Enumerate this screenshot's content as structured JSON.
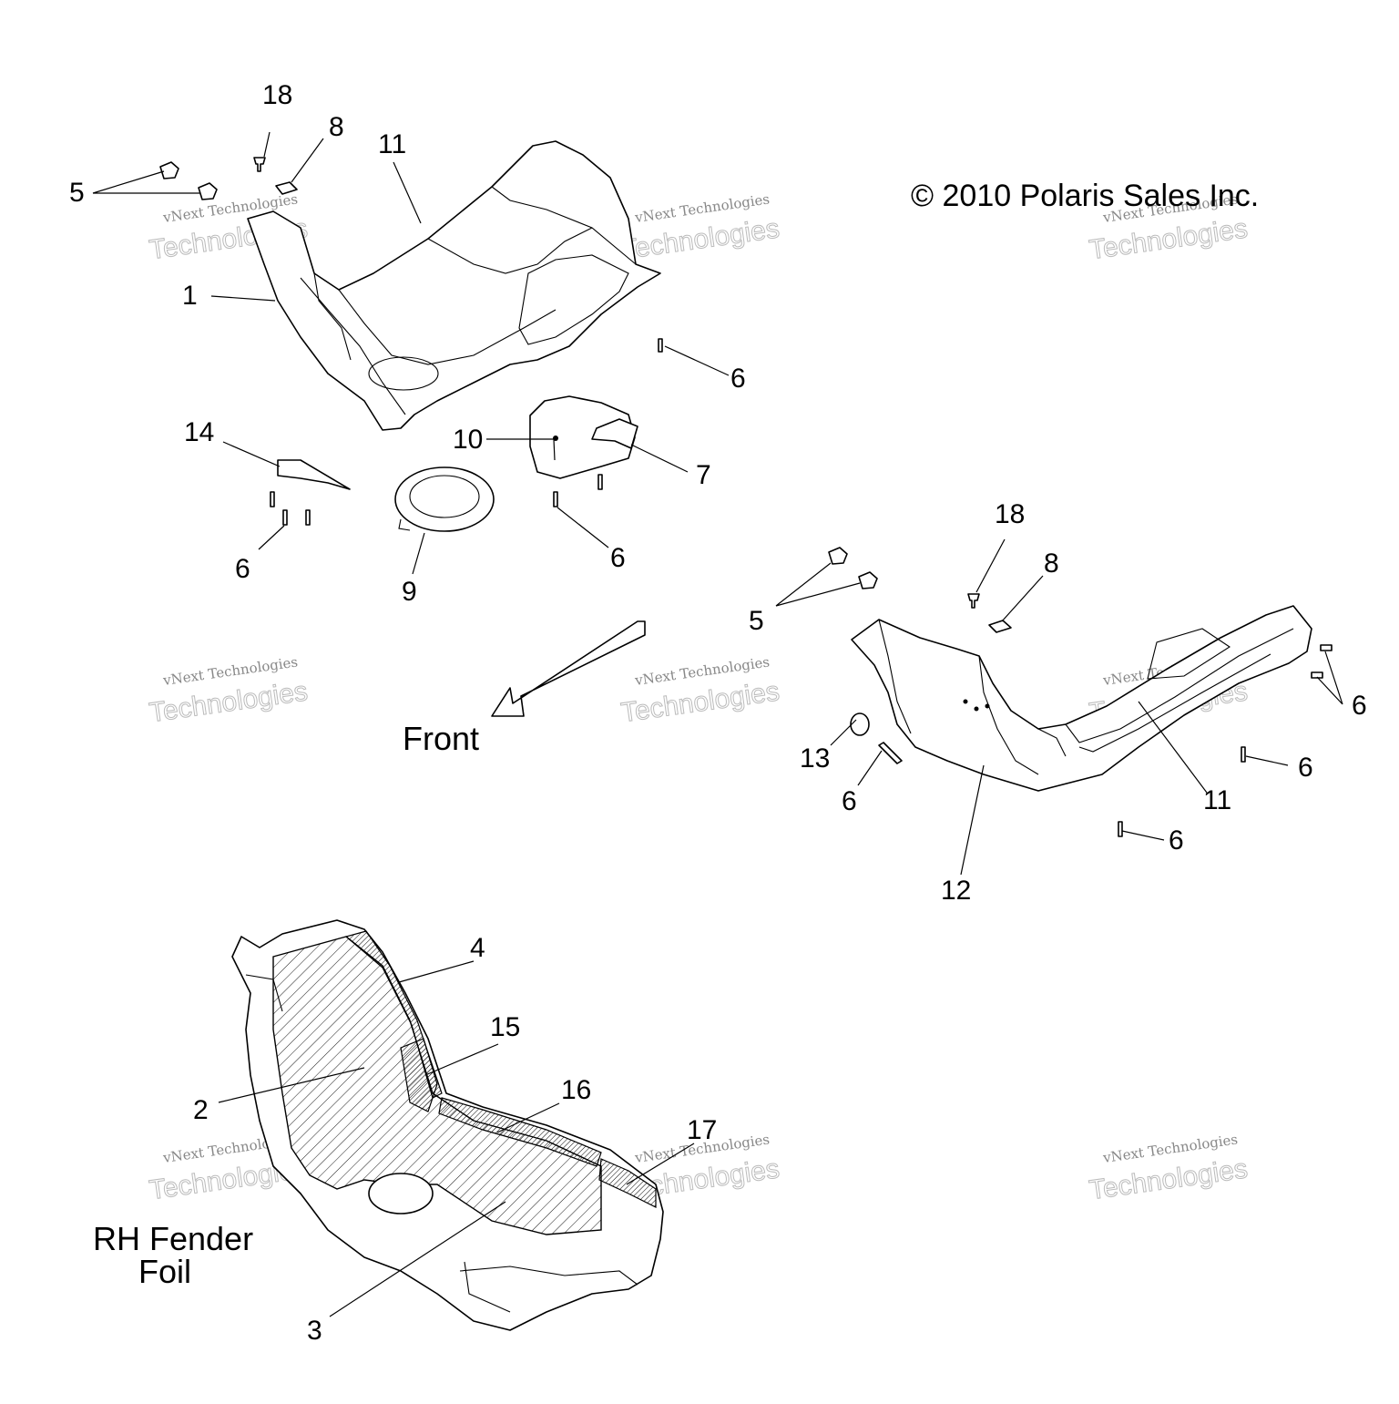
{
  "copyright": "© 2010 Polaris Sales Inc.",
  "front_label": "Front",
  "section_label_line1": "RH Fender",
  "section_label_line2": "Foil",
  "watermark_line1": "vNext Technologies",
  "watermark_line2": "Technologies",
  "watermark_small": "vNext",
  "callouts": {
    "c18a": "18",
    "c8a": "8",
    "c11a": "11",
    "c5a": "5",
    "c1": "1",
    "c6a": "6",
    "c14": "14",
    "c10": "10",
    "c7": "7",
    "c6b": "6",
    "c9": "9",
    "c6c": "6",
    "c18b": "18",
    "c8b": "8",
    "c5b": "5",
    "c6d": "6",
    "c6e": "6",
    "c13": "13",
    "c6f": "6",
    "c11b": "11",
    "c6g": "6",
    "c12": "12",
    "c4": "4",
    "c15": "15",
    "c2": "2",
    "c16": "16",
    "c17": "17",
    "c3": "3"
  }
}
